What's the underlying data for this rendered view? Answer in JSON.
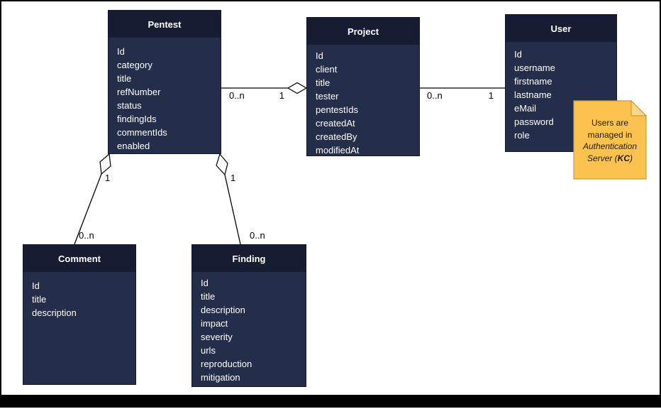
{
  "colors": {
    "canvas_bg": "#ffffff",
    "frame_border": "#000000",
    "bottom_bar": "#000000",
    "entity_header_bg": "#161d33",
    "entity_body_bg": "#242e4a",
    "entity_border": "#10172b",
    "entity_text": "#ffffff",
    "connector_line": "#000000",
    "label_text": "#000000",
    "note_bg": "#fbc24d",
    "note_border": "#c79a3e",
    "note_fold": "#fdd68c",
    "note_text": "#1f1a10"
  },
  "entities": [
    {
      "title": "Pentest",
      "fields": [
        "Id",
        "category",
        "title",
        "refNumber",
        "status",
        "findingIds",
        "commentIds",
        "enabled"
      ]
    },
    {
      "title": "Project",
      "fields": [
        "Id",
        "client",
        "title",
        "tester",
        "pentestIds",
        "createdAt",
        "createdBy",
        "modifiedAt"
      ]
    },
    {
      "title": "User",
      "fields": [
        "Id",
        "username",
        "firstname",
        "lastname",
        "eMail",
        "password",
        "role"
      ]
    },
    {
      "title": "Comment",
      "fields": [
        "Id",
        "title",
        "description"
      ]
    },
    {
      "title": "Finding",
      "fields": [
        "Id",
        "title",
        "description",
        "impact",
        "severity",
        "urls",
        "reproduction",
        "mitigation"
      ]
    }
  ],
  "connectors": [
    {
      "from": "Pentest",
      "to": "Project",
      "source_label": "0..n",
      "target_label": "1",
      "target_marker": "open-diamond"
    },
    {
      "from": "Project",
      "to": "User",
      "source_label": "0..n",
      "target_label": "1",
      "target_marker": "none"
    },
    {
      "from": "Pentest",
      "to": "Comment",
      "source_label": "1",
      "target_label": "0..n",
      "source_marker": "open-diamond"
    },
    {
      "from": "Pentest",
      "to": "Finding",
      "source_label": "1",
      "target_label": "0..n",
      "source_marker": "open-diamond"
    }
  ],
  "note": {
    "line1": "Users are",
    "line2": "managed in",
    "line3": "Authentication",
    "line4_prefix": "Server (",
    "line4_emphasis": "KC",
    "line4_suffix": ")"
  }
}
